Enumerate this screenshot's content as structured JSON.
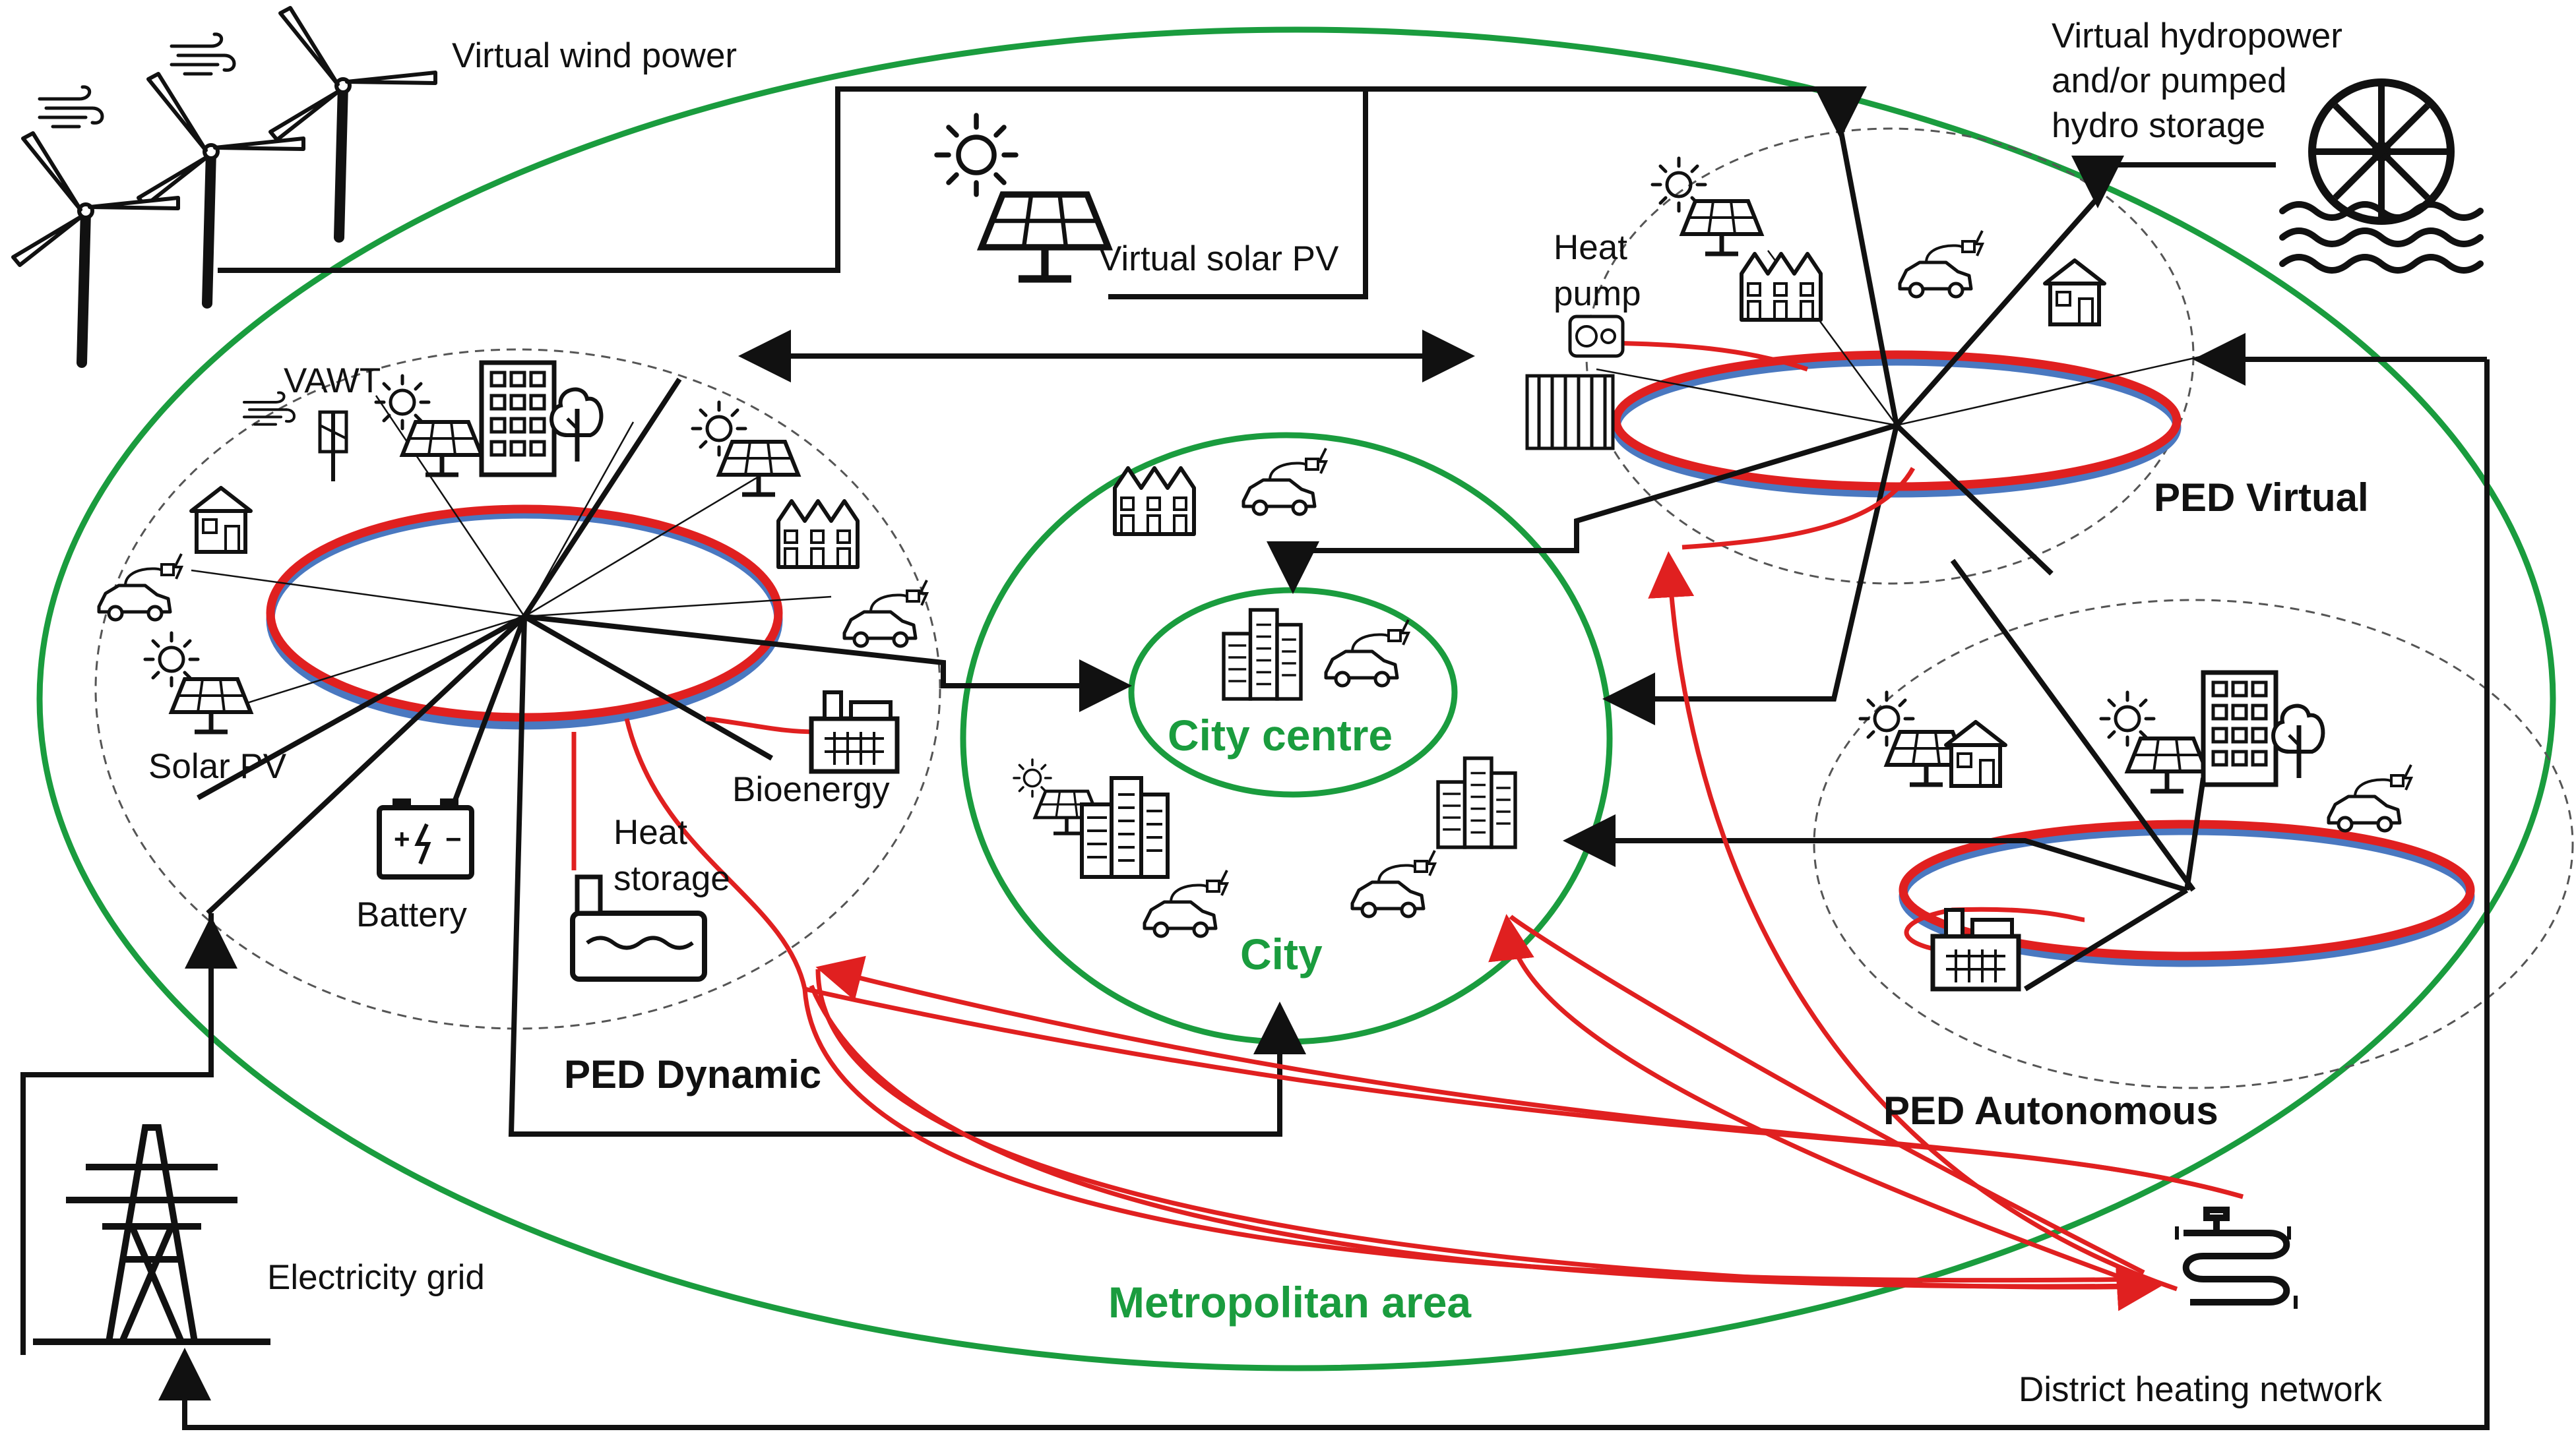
{
  "colors": {
    "green": "#1a9c3e",
    "red": "#e02020",
    "blue": "#4a78c0",
    "black": "#111111",
    "dashed": "#555555"
  },
  "labels": {
    "virtual_wind": "Virtual wind power",
    "virtual_solar": "Virtual solar PV",
    "virtual_hydro_l1": "Virtual hydropower",
    "virtual_hydro_l2": "and/or pumped",
    "virtual_hydro_l3": "hydro storage",
    "vawt": "VAWT",
    "solar_pv": "Solar PV",
    "battery": "Battery",
    "heat_storage_l1": "Heat",
    "heat_storage_l2": "storage",
    "bioenergy": "Bioenergy",
    "heat_pump_l1": "Heat",
    "heat_pump_l2": "pump",
    "electricity_grid": "Electricity grid",
    "district_heating": "District heating network",
    "ped_dynamic": "PED Dynamic",
    "ped_virtual": "PED Virtual",
    "ped_autonomous": "PED Autonomous",
    "city": "City",
    "city_centre": "City centre",
    "metropolitan": "Metropolitan area"
  },
  "icons": [
    "wind-turbine-icon",
    "wind-gust-icon",
    "sun-icon",
    "solar-panel-icon",
    "hydro-wheel-icon",
    "building-icon",
    "tree-icon",
    "house-icon",
    "electric-car-icon",
    "terraced-houses-icon",
    "vawt-icon",
    "battery-icon",
    "heat-storage-tank-icon",
    "factory-icon",
    "heat-pump-icon",
    "radiator-icon",
    "skyscrapers-icon",
    "transmission-tower-icon",
    "district-heating-pipes-icon"
  ]
}
